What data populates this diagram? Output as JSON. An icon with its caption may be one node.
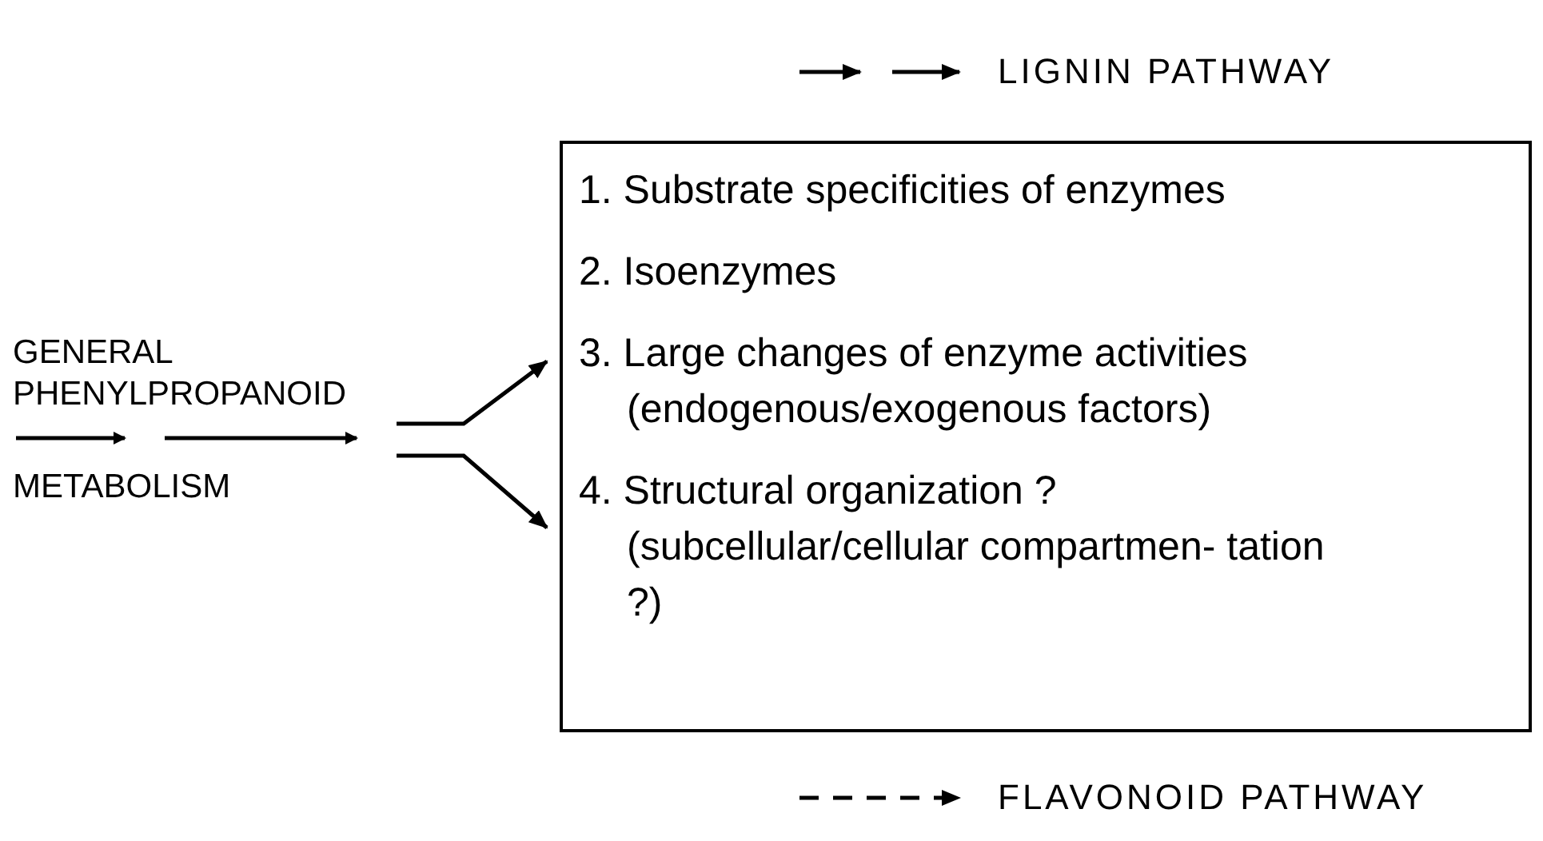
{
  "diagram": {
    "nodes": [
      {
        "text": [
          "GENERAL PHENYLPROPANOID",
          "METABOLISM"
        ]
      },
      {
        "text": [
          "1. Substrate specificities of enzymes",
          "2. Isoenzymes",
          "3. Large changes of enzyme activities (endogenous/exogenous factors)",
          "4. Structural organization ? (subcellular/cellular compartmen- tation ?)"
        ]
      }
    ],
    "edges": [
      {
        "from": 0,
        "to": 1,
        "arrow": "to"
      },
      {
        "from": 0,
        "to": 1,
        "arrow": "to"
      }
    ],
    "legend": [
      {
        "text": "LIGNIN PATHWAY"
      },
      {
        "text": "FLAVONOID PATHWAY"
      }
    ]
  }
}
